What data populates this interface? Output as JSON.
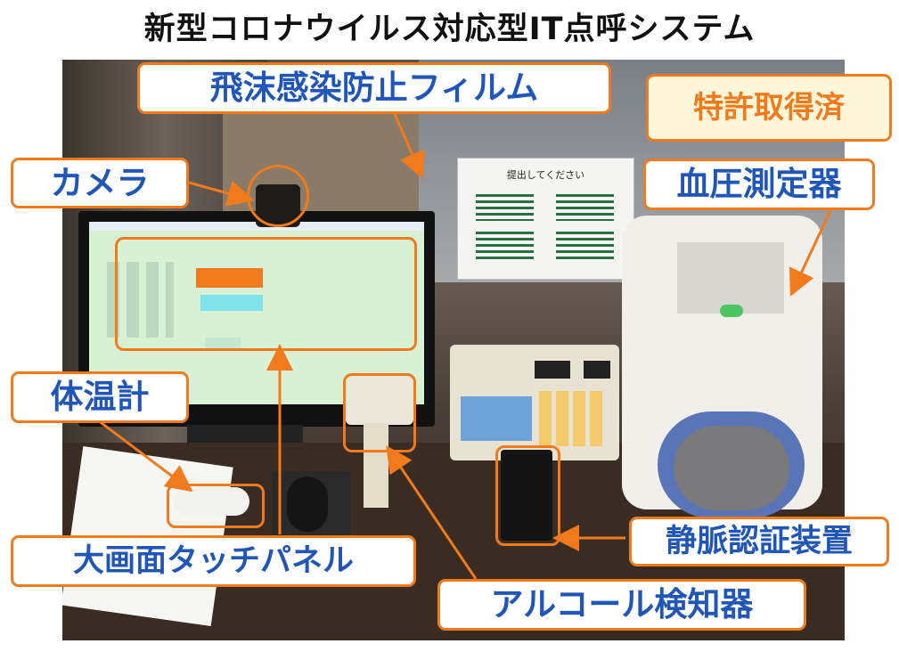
{
  "title": "新型コロナウイルス対応型IT点呼システム",
  "labels": {
    "film": "飛沫感染防止フィルム",
    "patent": "特許取得済",
    "camera": "カメラ",
    "bp": "血圧測定器",
    "thermometer": "体温計",
    "touch_panel": "大画面タッチパネル",
    "vein": "静脈認証装置",
    "alcohol": "アルコール検知器"
  },
  "screen": {
    "orange_button": "",
    "cyan_button": "",
    "bottom_button": ""
  },
  "poster_title": "提出してください",
  "colors": {
    "accent": "#f07a1c",
    "text_blue": "#1f56b8"
  }
}
